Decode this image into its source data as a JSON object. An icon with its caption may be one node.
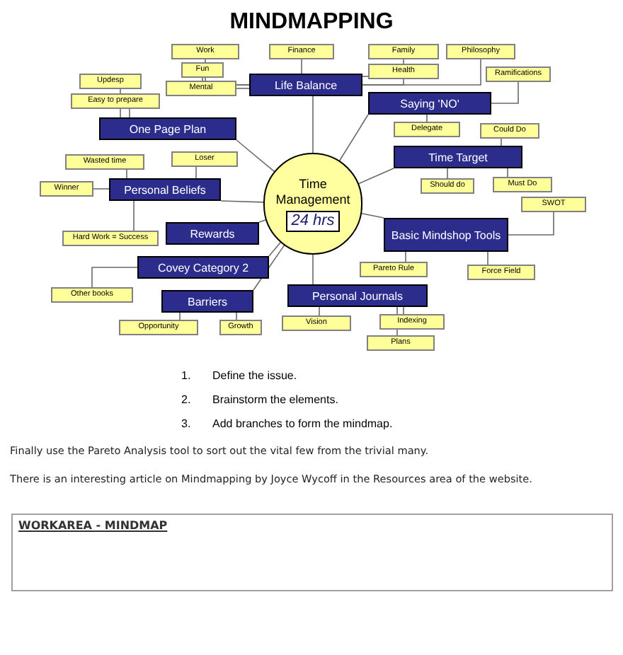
{
  "diagram": {
    "title": "MINDMAPPING",
    "nodes": [
      {
        "text": [
          "Time Management",
          "24 hrs"
        ]
      },
      {
        "text": [
          "Life Balance"
        ]
      },
      {
        "text": [
          "Saying 'NO'"
        ]
      },
      {
        "text": [
          "One Page Plan"
        ]
      },
      {
        "text": [
          "Time Target"
        ]
      },
      {
        "text": [
          "Personal Beliefs"
        ]
      },
      {
        "text": [
          "Basic Mindshop Tools"
        ]
      },
      {
        "text": [
          "Rewards"
        ]
      },
      {
        "text": [
          "Covey Category 2"
        ]
      },
      {
        "text": [
          "Barriers"
        ]
      },
      {
        "text": [
          "Personal Journals"
        ]
      },
      {
        "text": [
          "Work"
        ]
      },
      {
        "text": [
          "Fun"
        ]
      },
      {
        "text": [
          "Mental"
        ]
      },
      {
        "text": [
          "Finance"
        ]
      },
      {
        "text": [
          "Family"
        ]
      },
      {
        "text": [
          "Health"
        ]
      },
      {
        "text": [
          "Philosophy"
        ]
      },
      {
        "text": [
          "Ramifications"
        ]
      },
      {
        "text": [
          "Delegate"
        ]
      },
      {
        "text": [
          "Updesp"
        ]
      },
      {
        "text": [
          "Easy to prepare"
        ]
      },
      {
        "text": [
          "Could Do"
        ]
      },
      {
        "text": [
          "Should do"
        ]
      },
      {
        "text": [
          "Must Do"
        ]
      },
      {
        "text": [
          "Wasted time"
        ]
      },
      {
        "text": [
          "Winner"
        ]
      },
      {
        "text": [
          "Loser"
        ]
      },
      {
        "text": [
          "Hard Work = Success"
        ]
      },
      {
        "text": [
          "SWOT"
        ]
      },
      {
        "text": [
          "Pareto Rule"
        ]
      },
      {
        "text": [
          "Force Field"
        ]
      },
      {
        "text": [
          "Other books"
        ]
      },
      {
        "text": [
          "Opportunity"
        ]
      },
      {
        "text": [
          "Growth"
        ]
      },
      {
        "text": [
          "Vision"
        ]
      },
      {
        "text": [
          "Indexing"
        ]
      },
      {
        "text": [
          "Plans"
        ]
      },
      {
        "text": [
          "WORKAREA - MINDMAP"
        ]
      }
    ],
    "edges": [
      {
        "from": 0,
        "to": 1,
        "arrow": "none"
      },
      {
        "from": 0,
        "to": 2,
        "arrow": "none"
      },
      {
        "from": 0,
        "to": 3,
        "arrow": "none"
      },
      {
        "from": 0,
        "to": 4,
        "arrow": "none"
      },
      {
        "from": 0,
        "to": 5,
        "arrow": "none"
      },
      {
        "from": 0,
        "to": 6,
        "arrow": "none"
      },
      {
        "from": 0,
        "to": 7,
        "arrow": "none"
      },
      {
        "from": 0,
        "to": 8,
        "arrow": "none"
      },
      {
        "from": 0,
        "to": 9,
        "arrow": "none"
      },
      {
        "from": 0,
        "to": 10,
        "arrow": "none"
      },
      {
        "from": 1,
        "to": 11,
        "arrow": "none"
      },
      {
        "from": 1,
        "to": 12,
        "arrow": "none"
      },
      {
        "from": 1,
        "to": 13,
        "arrow": "none"
      },
      {
        "from": 1,
        "to": 14,
        "arrow": "none"
      },
      {
        "from": 1,
        "to": 15,
        "arrow": "none"
      },
      {
        "from": 1,
        "to": 16,
        "arrow": "none"
      },
      {
        "from": 1,
        "to": 17,
        "arrow": "none"
      },
      {
        "from": 2,
        "to": 18,
        "arrow": "none"
      },
      {
        "from": 2,
        "to": 19,
        "arrow": "none"
      },
      {
        "from": 3,
        "to": 20,
        "arrow": "none"
      },
      {
        "from": 3,
        "to": 21,
        "arrow": "none"
      },
      {
        "from": 4,
        "to": 22,
        "arrow": "none"
      },
      {
        "from": 4,
        "to": 23,
        "arrow": "none"
      },
      {
        "from": 4,
        "to": 24,
        "arrow": "none"
      },
      {
        "from": 5,
        "to": 25,
        "arrow": "none"
      },
      {
        "from": 5,
        "to": 26,
        "arrow": "none"
      },
      {
        "from": 5,
        "to": 27,
        "arrow": "none"
      },
      {
        "from": 5,
        "to": 28,
        "arrow": "none"
      },
      {
        "from": 6,
        "to": 29,
        "arrow": "none"
      },
      {
        "from": 6,
        "to": 30,
        "arrow": "none"
      },
      {
        "from": 6,
        "to": 31,
        "arrow": "none"
      },
      {
        "from": 8,
        "to": 32,
        "arrow": "none"
      },
      {
        "from": 9,
        "to": 33,
        "arrow": "none"
      },
      {
        "from": 9,
        "to": 34,
        "arrow": "none"
      },
      {
        "from": 10,
        "to": 35,
        "arrow": "none"
      },
      {
        "from": 10,
        "to": 36,
        "arrow": "none"
      },
      {
        "from": 10,
        "to": 37,
        "arrow": "none"
      }
    ],
    "labels": [
      "1.",
      "Define the issue.",
      "2.",
      "Brainstorm the elements.",
      "3.",
      "Add branches to form the mindmap.",
      "Finally use the Pareto Analysis tool to sort out the vital few from the trivial many.",
      "There is an interesting article on Mindmapping by Joyce Wycoff in the Resources area of the website."
    ]
  }
}
